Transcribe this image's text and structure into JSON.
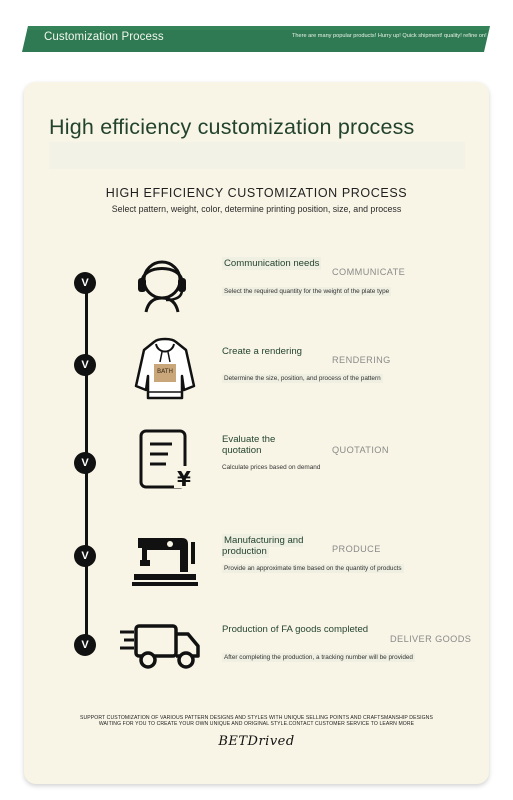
{
  "banner": {
    "title": "Customization Process",
    "note": "There are many popular products! Hurry up! Quick shipment! quality! refine on!"
  },
  "card": {
    "title": "High efficiency customization process",
    "caps_title": "HIGH EFFICIENCY CUSTOMIZATION PROCESS",
    "caps_subtitle": "Select pattern, weight, color, determine printing position, size, and process"
  },
  "check_glyph": "V",
  "steps": [
    {
      "title": "Communication needs",
      "tag": "COMMUNICATE",
      "desc": "Select the required quantity for the weight of the plate type",
      "icon": "headset-icon"
    },
    {
      "title": "Create a rendering",
      "tag": "RENDERING",
      "desc": "Determine the size, position, and process of the pattern",
      "icon": "hoodie-icon",
      "hoodie_print": "BATH"
    },
    {
      "title": "Evaluate the quotation",
      "tag": "QUOTATION",
      "desc": "Calculate prices based on demand",
      "icon": "quotation-icon",
      "currency": "¥"
    },
    {
      "title": "Manufacturing and production",
      "tag": "PRODUCE",
      "desc": "Provide an approximate time based on the quantity of products",
      "icon": "sewing-machine-icon"
    },
    {
      "title": "Production of FA goods completed",
      "tag": "DELIVER GOODS",
      "desc": "After completing the production, a tracking number will be provided",
      "icon": "delivery-truck-icon"
    }
  ],
  "footer": {
    "line1": "SUPPORT CUSTOMIZATION OF VARIOUS PATTERN DESIGNS AND STYLES WITH UNIQUE SELLING POINTS AND CRAFTSMANSHIP DESIGNS",
    "line2": "WAITING FOR YOU TO CREATE YOUR OWN UNIQUE AND ORIGINAL STYLE.CONTACT CUSTOMER SERVICE TO LEARN MORE",
    "brand": "BETDrived"
  },
  "colors": {
    "banner_green": "#2f7a52",
    "card_bg": "#f8f5e6",
    "title_green": "#23432d",
    "tag_gray": "#8a8a8a"
  }
}
